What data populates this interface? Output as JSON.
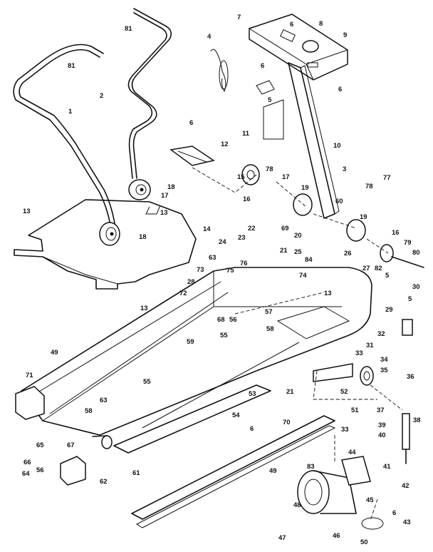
{
  "diagram": {
    "part_labels": [
      {
        "id": "p81a",
        "text": "81"
      },
      {
        "id": "p81b",
        "text": "81"
      },
      {
        "id": "p1",
        "text": "1"
      },
      {
        "id": "p2",
        "text": "2"
      },
      {
        "id": "p4",
        "text": "4"
      },
      {
        "id": "p7",
        "text": "7"
      },
      {
        "id": "p6a",
        "text": "6"
      },
      {
        "id": "p8",
        "text": "8"
      },
      {
        "id": "p9",
        "text": "9"
      },
      {
        "id": "p6b",
        "text": "6"
      },
      {
        "id": "p6c",
        "text": "6"
      },
      {
        "id": "p5a",
        "text": "5"
      },
      {
        "id": "p6d",
        "text": "6"
      },
      {
        "id": "p12",
        "text": "12"
      },
      {
        "id": "p11",
        "text": "11"
      },
      {
        "id": "p10",
        "text": "10"
      },
      {
        "id": "p15",
        "text": "15"
      },
      {
        "id": "p78a",
        "text": "78"
      },
      {
        "id": "p17a",
        "text": "17"
      },
      {
        "id": "p3",
        "text": "3"
      },
      {
        "id": "p77",
        "text": "77"
      },
      {
        "id": "p78b",
        "text": "78"
      },
      {
        "id": "p18a",
        "text": "18"
      },
      {
        "id": "p17b",
        "text": "17"
      },
      {
        "id": "p16a",
        "text": "16"
      },
      {
        "id": "p19a",
        "text": "19"
      },
      {
        "id": "p13a",
        "text": "13"
      },
      {
        "id": "p13b",
        "text": "13"
      },
      {
        "id": "p60",
        "text": "60"
      },
      {
        "id": "p14",
        "text": "14"
      },
      {
        "id": "p69",
        "text": "69"
      },
      {
        "id": "p19b",
        "text": "19"
      },
      {
        "id": "p18b",
        "text": "18"
      },
      {
        "id": "p22",
        "text": "22"
      },
      {
        "id": "p20",
        "text": "20"
      },
      {
        "id": "p16b",
        "text": "16"
      },
      {
        "id": "p23",
        "text": "23"
      },
      {
        "id": "p21a",
        "text": "21"
      },
      {
        "id": "p79",
        "text": "79"
      },
      {
        "id": "p24",
        "text": "24"
      },
      {
        "id": "p84",
        "text": "84"
      },
      {
        "id": "p25",
        "text": "25"
      },
      {
        "id": "p26",
        "text": "26"
      },
      {
        "id": "p80",
        "text": "80"
      },
      {
        "id": "p63a",
        "text": "63"
      },
      {
        "id": "p82",
        "text": "82"
      },
      {
        "id": "p73",
        "text": "73"
      },
      {
        "id": "p75",
        "text": "75"
      },
      {
        "id": "p76",
        "text": "76"
      },
      {
        "id": "p74",
        "text": "74"
      },
      {
        "id": "p27",
        "text": "27"
      },
      {
        "id": "p5b",
        "text": "5"
      },
      {
        "id": "p28",
        "text": "28"
      },
      {
        "id": "p30",
        "text": "30"
      },
      {
        "id": "p72",
        "text": "72"
      },
      {
        "id": "p13c",
        "text": "13"
      },
      {
        "id": "p13d",
        "text": "13"
      },
      {
        "id": "p5c",
        "text": "5"
      },
      {
        "id": "p57",
        "text": "57"
      },
      {
        "id": "p68",
        "text": "68"
      },
      {
        "id": "p56",
        "text": "56"
      },
      {
        "id": "p29",
        "text": "29"
      },
      {
        "id": "p58a",
        "text": "58"
      },
      {
        "id": "p32",
        "text": "32"
      },
      {
        "id": "p55a",
        "text": "55"
      },
      {
        "id": "p59",
        "text": "59"
      },
      {
        "id": "p31",
        "text": "31"
      },
      {
        "id": "p49a",
        "text": "49"
      },
      {
        "id": "p33a",
        "text": "33"
      },
      {
        "id": "p34",
        "text": "34"
      },
      {
        "id": "p71",
        "text": "71"
      },
      {
        "id": "p35",
        "text": "35"
      },
      {
        "id": "p55b",
        "text": "55"
      },
      {
        "id": "p36",
        "text": "36"
      },
      {
        "id": "p21b",
        "text": "21"
      },
      {
        "id": "p52a",
        "text": "52"
      },
      {
        "id": "p63b",
        "text": "63"
      },
      {
        "id": "p58b",
        "text": "58"
      },
      {
        "id": "p53",
        "text": "53"
      },
      {
        "id": "p37",
        "text": "37"
      },
      {
        "id": "p38",
        "text": "38"
      },
      {
        "id": "p51",
        "text": "51"
      },
      {
        "id": "p54",
        "text": "54"
      },
      {
        "id": "p39",
        "text": "39"
      },
      {
        "id": "p70",
        "text": "70"
      },
      {
        "id": "p6e",
        "text": "6"
      },
      {
        "id": "p40",
        "text": "40"
      },
      {
        "id": "p33b",
        "text": "33"
      },
      {
        "id": "p65",
        "text": "65"
      },
      {
        "id": "p67",
        "text": "67"
      },
      {
        "id": "p44",
        "text": "44"
      },
      {
        "id": "p41",
        "text": "41"
      },
      {
        "id": "p66",
        "text": "66"
      },
      {
        "id": "p61",
        "text": "61"
      },
      {
        "id": "p49b",
        "text": "49"
      },
      {
        "id": "p83",
        "text": "83"
      },
      {
        "id": "p42",
        "text": "42"
      },
      {
        "id": "p56b",
        "text": "56"
      },
      {
        "id": "p64",
        "text": "64"
      },
      {
        "id": "p62",
        "text": "62"
      },
      {
        "id": "p45",
        "text": "45"
      },
      {
        "id": "p48",
        "text": "48"
      },
      {
        "id": "p43",
        "text": "43"
      },
      {
        "id": "p6f",
        "text": "6"
      },
      {
        "id": "p50",
        "text": "50"
      },
      {
        "id": "p47",
        "text": "47"
      },
      {
        "id": "p46",
        "text": "46"
      }
    ]
  }
}
